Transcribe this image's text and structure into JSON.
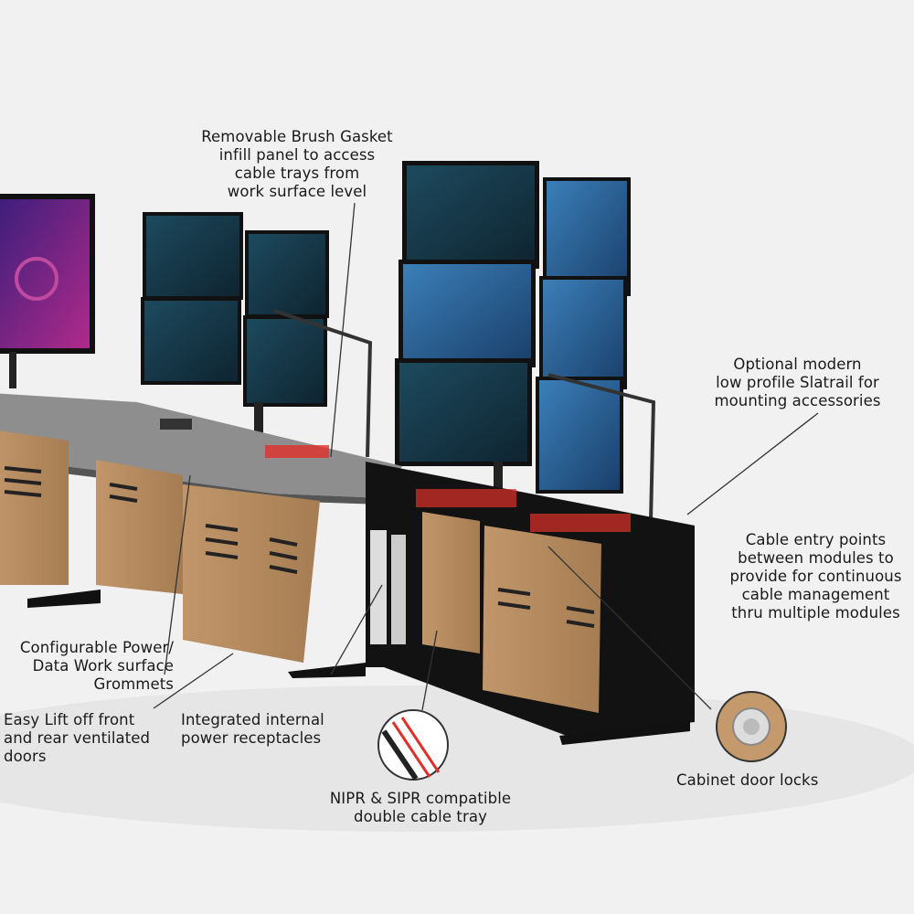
{
  "callouts": {
    "brush_gasket": "Removable Brush Gasket\ninfill panel to access\ncable trays from\nwork surface level",
    "slatrail": "Optional modern\nlow profile Slatrail for\nmounting accessories",
    "cable_entry": "Cable entry points\nbetween modules to\nprovide for continuous\ncable management\nthru multiple modules",
    "grommets": "Configurable Power/\nData Work surface\nGrommets",
    "doors": "Easy Lift off front\nand rear ventilated\ndoors",
    "receptacles": "Integrated internal\npower receptacles",
    "cable_tray": "NIPR & SIPR compatible\ndouble cable tray",
    "door_locks": "Cabinet door locks"
  },
  "colors": {
    "background": "#f1f1f1",
    "wood": "#b58a5e",
    "frame": "#111111",
    "surface": "#8e8e8e",
    "accent_red": "#e0302a",
    "screen": "#1c3a4a"
  }
}
